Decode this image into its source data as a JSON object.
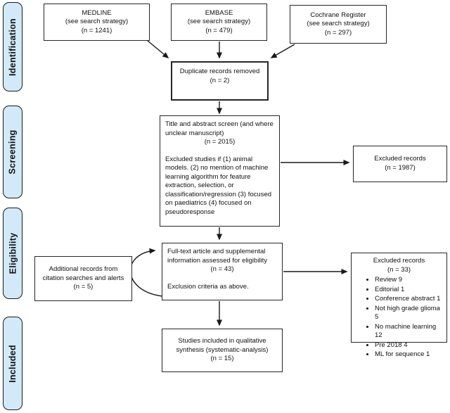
{
  "figure": {
    "type": "prisma-flow-diagram",
    "stage_fill_color": "#d2e9f8",
    "box_border_color": "#262626",
    "arrow_color": "#1a1a1a"
  },
  "stages": {
    "identification": "Identification",
    "screening": "Screening",
    "eligibility": "Eligibility",
    "included": "Included"
  },
  "boxes": {
    "medline": {
      "name": "MEDLINE",
      "sub": "(see search strategy)",
      "count": "(n = 1241)"
    },
    "embase": {
      "name": "EMBASE",
      "sub": "(see search strategy)",
      "count": "(n = 479)"
    },
    "cochrane": {
      "name": "Cochrane Register",
      "sub": "(see search strategy)",
      "count": "(n = 297)"
    },
    "duplicates": {
      "line1": "Duplicate records removed",
      "count": "(n = 2)"
    },
    "title_abstract": {
      "line1": "Title and abstract screen (and where unclear manuscript)",
      "count": "(n = 2015)",
      "criteria": "Excluded studies if (1) animal models. (2) no mention of machine learning algorithm for feature extraction, selection, or classification/regression (3) focused on paediatrics (4) focused on pseudoresponse"
    },
    "excluded_screen": {
      "line1": "Excluded records",
      "count": "(n = 1987)"
    },
    "fulltext": {
      "line1": "Full-text article and supplemental information assessed for eligibility",
      "count": "(n = 43)",
      "criteria": "Exclusion criteria as above."
    },
    "additional": {
      "line1": "Additional records from citation searches and alerts",
      "count": "(n = 5)"
    },
    "excluded_fulltext": {
      "line1": "Excluded records",
      "count": "(n = 33)",
      "items": [
        "Review 9",
        "Editorial 1",
        "Conference abstract 1",
        "Not high grade glioma 5",
        "No machine learning 12",
        "Pre 2018 4",
        "ML for sequence 1"
      ]
    },
    "included_box": {
      "line1": "Studies included in qualitative synthesis (systematic-analysis)",
      "count": "(n = 15)"
    }
  }
}
